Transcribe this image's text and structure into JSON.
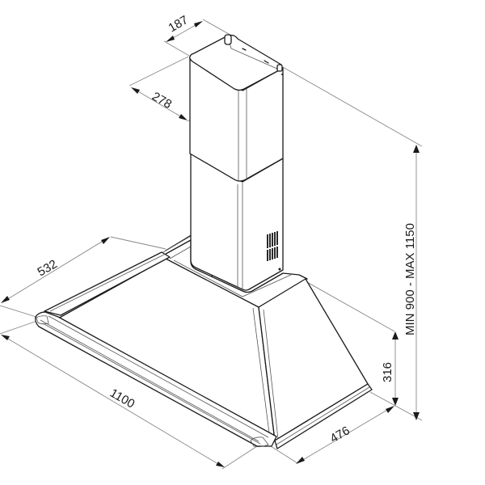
{
  "drawing": {
    "subject": "chimney hood dimensional drawing",
    "units": "mm",
    "dimensions": {
      "chimney_depth": "187",
      "chimney_width": "278",
      "hood_depth": "532",
      "hood_width": "1100",
      "canopy_front_depth": "476",
      "canopy_height": "316",
      "total_height": "MIN 900 - MAX 1150"
    },
    "colors": {
      "line": "#1a1a1a",
      "dimension_line": "#888888",
      "background": "#ffffff"
    }
  }
}
